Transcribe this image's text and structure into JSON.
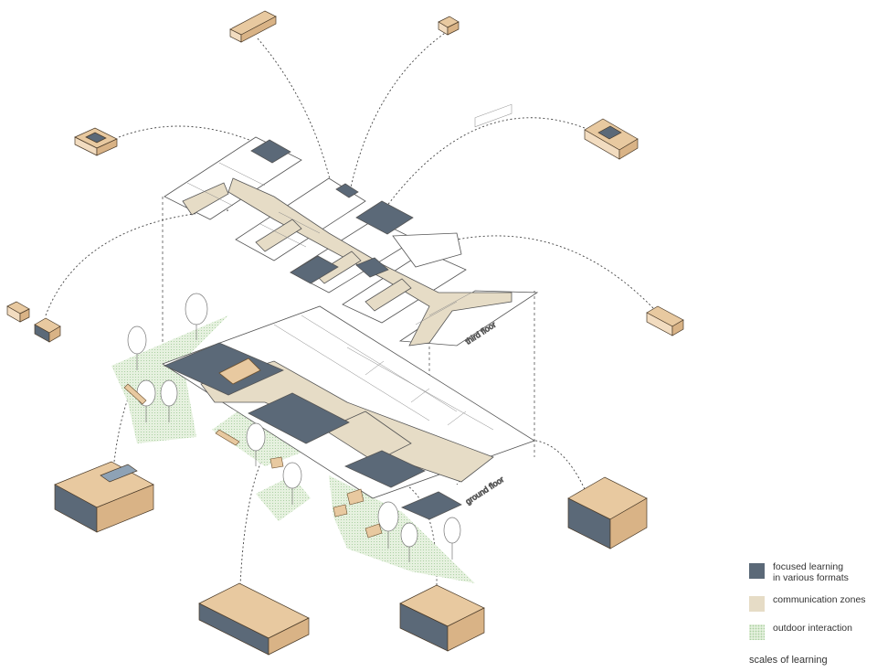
{
  "labels": {
    "third_floor": "third floor",
    "ground_floor": "ground floor"
  },
  "legend": {
    "items": [
      {
        "key": "focused",
        "line1": "focused learning",
        "line2": "in various formats"
      },
      {
        "key": "comm",
        "line1": "communication zones",
        "line2": ""
      },
      {
        "key": "outdoor",
        "line1": "outdoor interaction",
        "line2": ""
      }
    ],
    "title": "scales of learning"
  },
  "colors": {
    "focused": "#5b6978",
    "communication": "#e6dcc6",
    "outdoor": "#e3f0dc",
    "wood": "#e8c9a0",
    "line": "#333333"
  }
}
